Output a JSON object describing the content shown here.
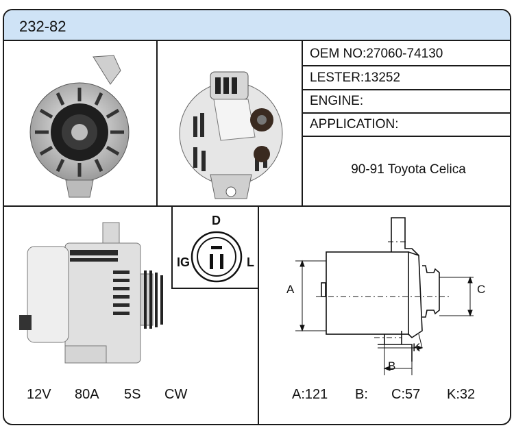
{
  "header": {
    "code": "232-82"
  },
  "specs": {
    "oem_label": "OEM NO:",
    "oem_value": "27060-74130",
    "lester_label": "LESTER:",
    "lester_value": "13252",
    "engine_label": "ENGINE:",
    "engine_value": "",
    "application_label": "APPLICATION:",
    "application_value": "90-91 Toyota Celica"
  },
  "electrical": {
    "voltage": "12V",
    "amperage": "80A",
    "pulley": "5S",
    "rotation": "CW"
  },
  "connector": {
    "top": "D",
    "left": "IG",
    "right": "L"
  },
  "dimension_labels": {
    "a": "A",
    "b": "B",
    "c": "C",
    "k": "K"
  },
  "dimensions": {
    "a": "A:121",
    "b": "B:",
    "c": "C:57",
    "k": "K:32"
  },
  "colors": {
    "header_bg": "#cfe3f6",
    "border": "#1a1a1a"
  }
}
